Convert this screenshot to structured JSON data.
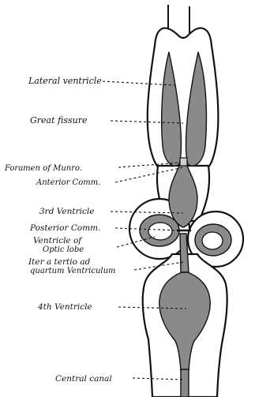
{
  "labels": {
    "lateral_ventricle": "Lateral ventricle",
    "great_fissure": "Great fissure",
    "foramen_of_munro": "Foramen of Munro.",
    "anterior_comm": "Anterior Comm.",
    "third_ventricle": "3rd Ventricle",
    "posterior_comm": "Posterior Comm.",
    "ventricle_of_optic_lobe_1": "Ventricle of",
    "ventricle_of_optic_lobe_2": "Optic lobe",
    "iter_1": "Iter a tertio ad",
    "iter_2": "quartum Ventriculum",
    "fourth_ventricle": "4th Ventricle",
    "central_canal": "Central canal"
  },
  "colors": {
    "background": "#ffffff",
    "ink": "#111111",
    "tissue": "#ffffff",
    "cavity": "#8a8a8a"
  }
}
